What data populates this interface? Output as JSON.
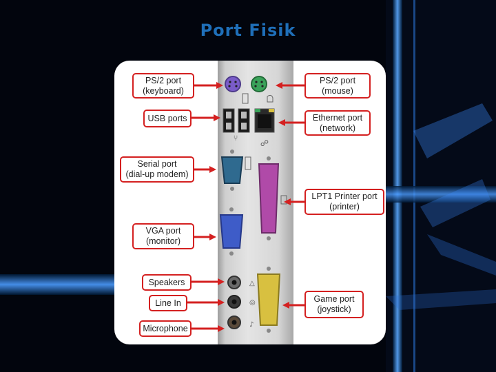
{
  "slide": {
    "title": "Port Fisik"
  },
  "diagram": {
    "labels": {
      "ps2_keyboard": {
        "line1": "PS/2 port",
        "line2": "(keyboard)"
      },
      "ps2_mouse": {
        "line1": "PS/2 port",
        "line2": "(mouse)"
      },
      "usb": {
        "line1": "USB ports"
      },
      "ethernet": {
        "line1": "Ethernet port",
        "line2": "(network)"
      },
      "serial": {
        "line1": "Serial port",
        "line2": "(dial-up modem)"
      },
      "lpt1": {
        "line1": "LPT1 Printer port",
        "line2": "(printer)"
      },
      "vga": {
        "line1": "VGA port",
        "line2": "(monitor)"
      },
      "speakers": {
        "line1": "Speakers"
      },
      "line_in": {
        "line1": "Line In"
      },
      "microphone": {
        "line1": "Microphone"
      },
      "game": {
        "line1": "Game port",
        "line2": "(joystick)"
      }
    },
    "colors": {
      "label_border": "#d42020",
      "arrow": "#d42020",
      "ps2_keyboard": "#7a5cc8",
      "ps2_mouse": "#3aa35a",
      "serial": "#2f6a8f",
      "parallel": "#b04aa8",
      "vga": "#3e5cc8",
      "game": "#d8c040",
      "audio": "#3a3a3a",
      "title": "#1f6fb8"
    },
    "icons": [
      "keyboard-icon",
      "mouse-icon",
      "usb-icon",
      "network-icon",
      "serial-icon",
      "printer-icon",
      "vga-icon",
      "speaker-icon",
      "line-in-icon",
      "microphone-icon"
    ]
  }
}
